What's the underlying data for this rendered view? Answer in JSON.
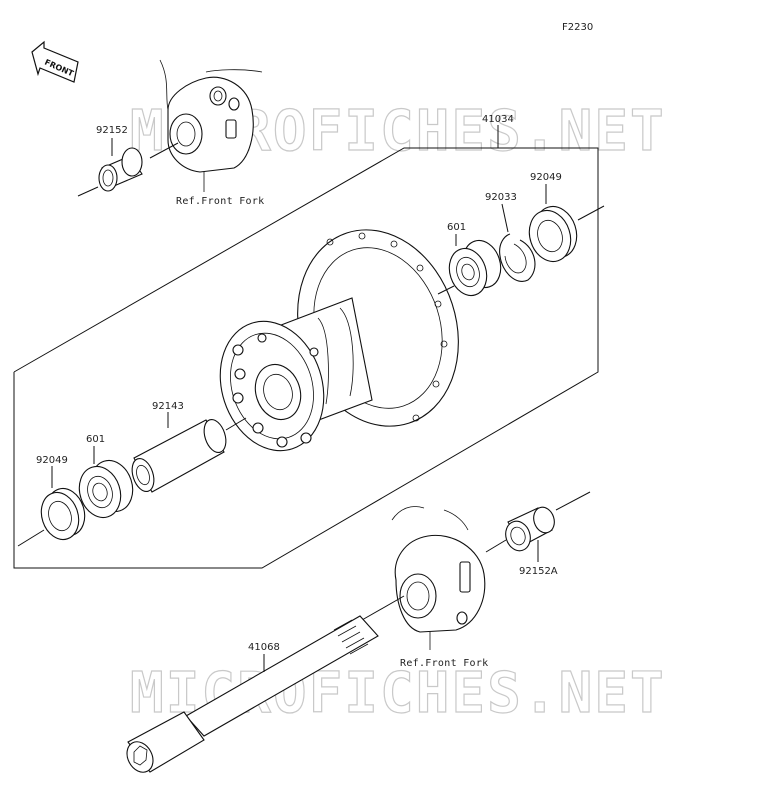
{
  "diagram_code": "F2230",
  "front_badge": "FRONT",
  "watermark": "MICROFICHES.NET",
  "parts": {
    "p41034": "41034",
    "p92152_top": "92152",
    "p92049_top": "92049",
    "p92033": "92033",
    "p601_top": "601",
    "p92143": "92143",
    "p601_bottom": "601",
    "p92049_bottom": "92049",
    "p92152A": "92152A",
    "p41068": "41068"
  },
  "refs": {
    "front_fork_top": "Ref.Front Fork",
    "front_fork_bottom": "Ref.Front Fork"
  }
}
